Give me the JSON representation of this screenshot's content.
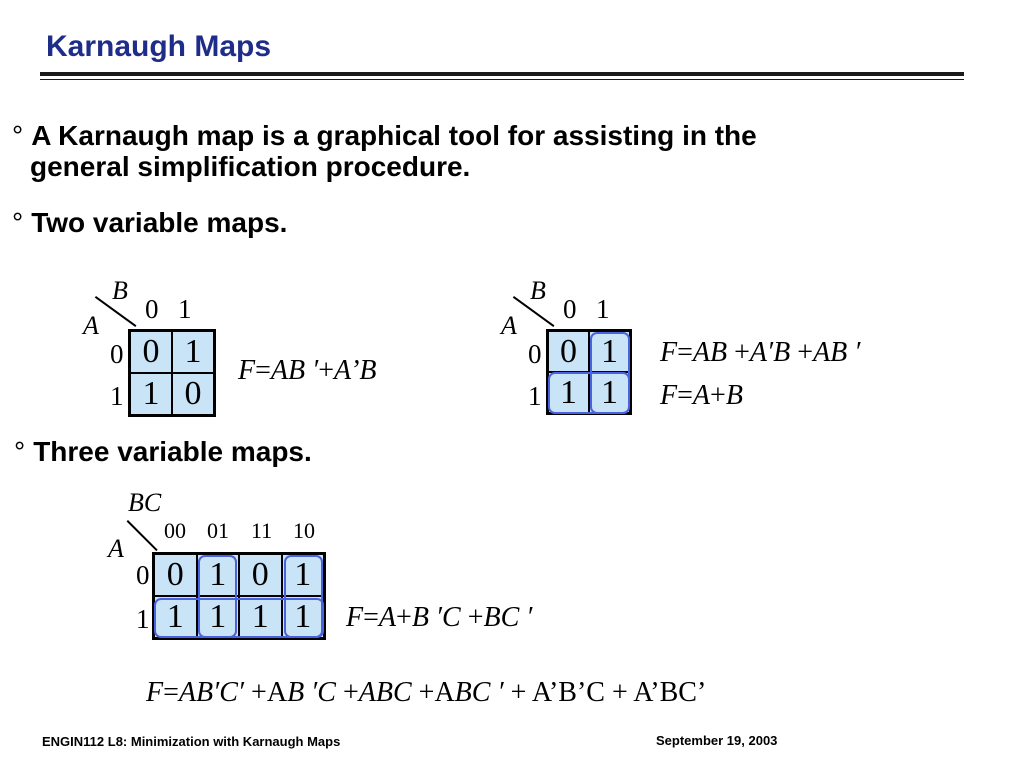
{
  "slide": {
    "title": "Karnaugh Maps",
    "bullet_symbol": "°",
    "bullets": [
      {
        "line1": "A Karnaugh map is a graphical tool for assisting in the",
        "line2": "general simplification procedure."
      },
      {
        "text": "Two variable maps."
      },
      {
        "text": "Three variable maps."
      }
    ]
  },
  "map1": {
    "row_var": "A",
    "col_var": "B",
    "col_labels": [
      "0",
      "1"
    ],
    "row_labels": [
      "0",
      "1"
    ],
    "cells": [
      [
        "0",
        "1"
      ],
      [
        "1",
        "0"
      ]
    ],
    "equation": {
      "lhs": "F",
      "eq": "=",
      "t1": "AB ′",
      "op1": "+",
      "t2": "A’B"
    }
  },
  "map2": {
    "row_var": "A",
    "col_var": "B",
    "col_labels": [
      "0",
      "1"
    ],
    "row_labels": [
      "0",
      "1"
    ],
    "cells": [
      [
        "0",
        "1"
      ],
      [
        "1",
        "1"
      ]
    ],
    "equation1": {
      "lhs": "F",
      "eq": "=",
      "t1": "AB",
      "op1": " +",
      "t2": "A′B",
      "op2": " +",
      "t3": "AB ′"
    },
    "equation2": {
      "lhs": "F",
      "eq": "=",
      "t1": "A",
      "op1": "+",
      "t2": "B"
    }
  },
  "map3": {
    "row_var": "A",
    "col_var": "BC",
    "col_labels": [
      "00",
      "01",
      "11",
      "10"
    ],
    "row_labels": [
      "0",
      "1"
    ],
    "cells": [
      [
        "0",
        "1",
        "0",
        "1"
      ],
      [
        "1",
        "1",
        "1",
        "1"
      ]
    ],
    "equation": {
      "lhs": "F",
      "eq": "=",
      "t1": "A",
      "op1": "+",
      "t2": "B ′C",
      "op2": " +",
      "t3": "BC ′"
    }
  },
  "full_equation": {
    "lhs": "F",
    "eq": "=",
    "t1": "AB′C′",
    "op1": " +A",
    "t2": "B ′C",
    "op2": " +",
    "t3": "ABC",
    "op3": " +A",
    "t4": "BC ′",
    "tail": " + A’B’C + A’BC’"
  },
  "footer": {
    "left": "ENGIN112  L8: Minimization with Karnaugh Maps",
    "right": "September 19, 2003"
  },
  "colors": {
    "title": "#1f2d8a",
    "cell_fill": "#c9e3f7",
    "group_outline": "#4a62e0"
  }
}
